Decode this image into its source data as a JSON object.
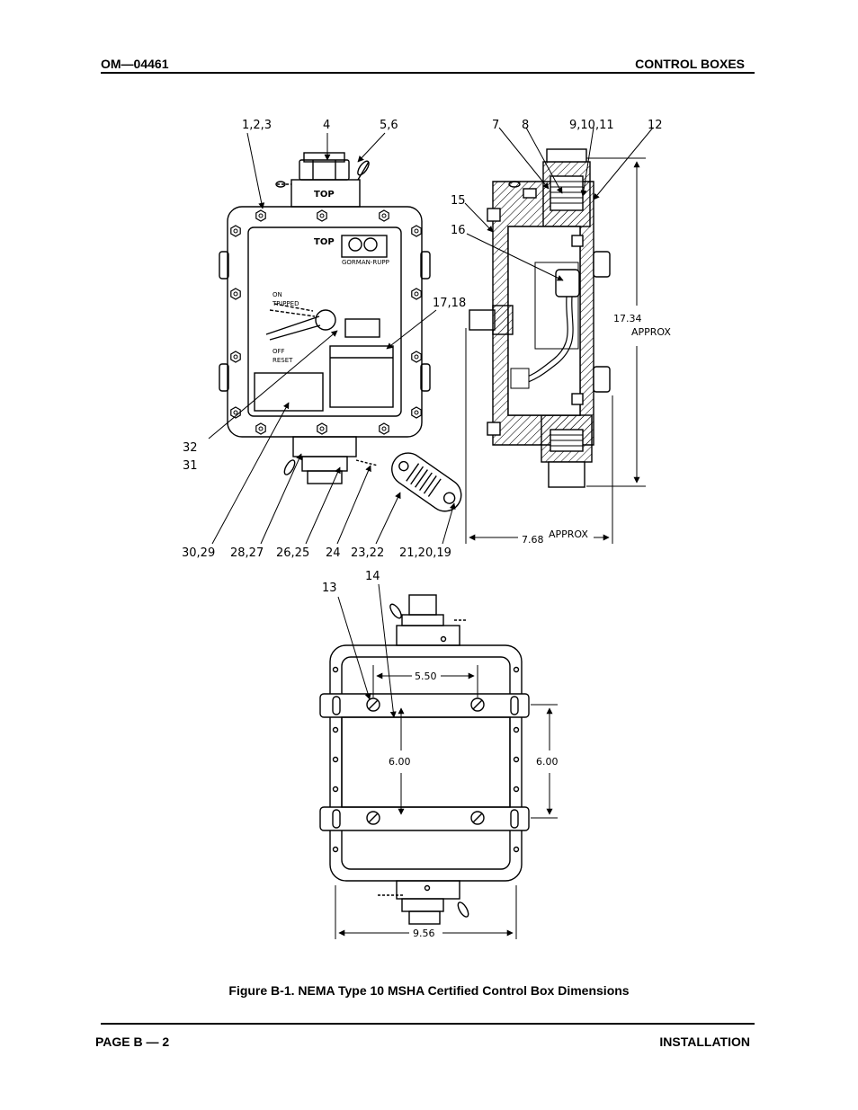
{
  "header": {
    "doc_number": "OM—04461",
    "section": "CONTROL BOXES"
  },
  "footer": {
    "page": "PAGE B — 2",
    "chapter": "INSTALLATION"
  },
  "caption": "Figure B-1.  NEMA Type 10 MSHA Certified Control Box Dimensions",
  "front_view": {
    "callouts_top": [
      "1,2,3",
      "4",
      "5,6"
    ],
    "callouts_bottom": [
      "30,29",
      "28,27",
      "26,25",
      "24",
      "23,22",
      "21,20,19"
    ],
    "callout_left_a": "32",
    "callout_left_b": "31",
    "callout_right": "17,18",
    "top_label": "TOP",
    "cover_top_label": "TOP",
    "logo_text": "GORMAN-RUPP",
    "switch_on": "ON",
    "switch_tripped": "TRIPPED",
    "switch_off": "OFF",
    "switch_reset": "RESET"
  },
  "side_view": {
    "callouts_top": [
      "7",
      "8",
      "9,10,11",
      "12"
    ],
    "callout_15": "15",
    "callout_16": "16",
    "height_value": "17.34",
    "height_note": "APPROX",
    "width_value": "7.68",
    "width_note": "APPROX"
  },
  "rear_view": {
    "callout_13": "13",
    "callout_14": "14",
    "dim_bolt_spacing": "5.50",
    "dim_inner_height": "6.00",
    "dim_outer_height": "6.00",
    "dim_width": "9.56"
  }
}
